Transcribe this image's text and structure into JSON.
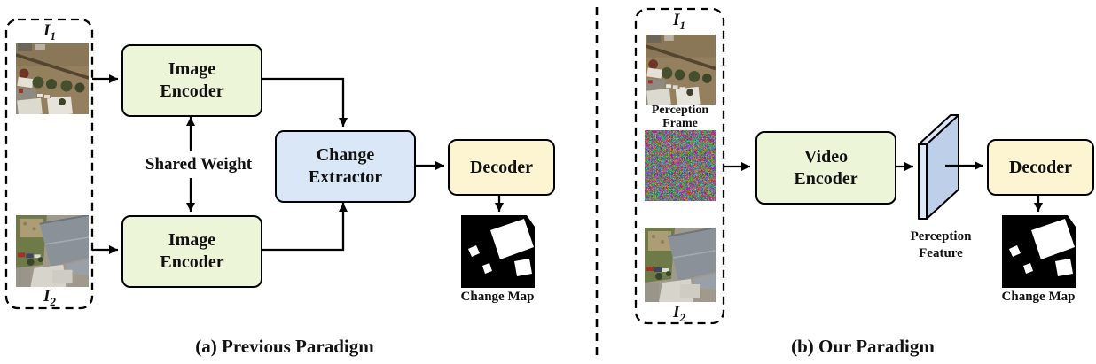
{
  "colors": {
    "encoder-fill": "#ecf5d7",
    "extractor-fill": "#d9e7f7",
    "decoder-fill": "#fdf5d1",
    "slab-face": "#becfe9",
    "slab-edge": "#dde8f6",
    "stroke": "#000000"
  },
  "panel_a": {
    "caption": "(a) Previous Paradigm",
    "input_t1": {
      "base": "I",
      "sub": "1"
    },
    "input_t2": {
      "base": "I",
      "sub": "2"
    },
    "encoder_top_label": "Image\nEncoder",
    "encoder_bottom_label": "Image\nEncoder",
    "shared_weight_label": "Shared Weight",
    "extractor_label": "Change\nExtractor",
    "decoder_label": "Decoder",
    "change_map_label": "Change Map"
  },
  "panel_b": {
    "caption": "(b) Our Paradigm",
    "input_t1": {
      "base": "I",
      "sub": "1"
    },
    "perception_frame_label": "Perception\nFrame",
    "input_t2": {
      "base": "I",
      "sub": "2"
    },
    "video_encoder_label": "Video\nEncoder",
    "perception_feature_label": "Perception\nFeature",
    "decoder_label": "Decoder",
    "change_map_label": "Change Map"
  }
}
